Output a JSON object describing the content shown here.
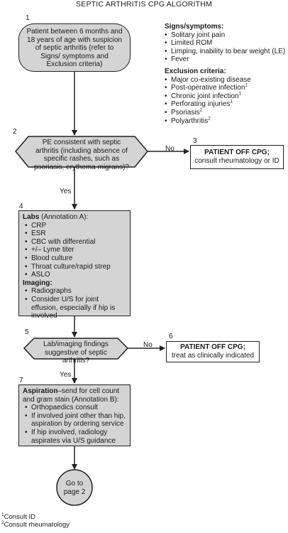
{
  "title": "SEPTIC ARTHRITIS CPG ALGORITHM",
  "step1": {
    "number": "1",
    "text": "Patient between 6 months and 18 years of age with suspicion of septic arthritis (refer to Signs/ symptoms and Exclusion criteria)"
  },
  "signs": {
    "heading": "Signs/symptoms:",
    "items": [
      "Solitary joint pain",
      "Limited ROM",
      "Limping, inability to bear weight (LE)",
      "Fever"
    ]
  },
  "exclusion": {
    "heading": "Exclusion criteria:",
    "items": [
      {
        "text": "Major co-existing disease",
        "sup": ""
      },
      {
        "text": "Post-operative infection",
        "sup": "1"
      },
      {
        "text": "Chronic joint infection",
        "sup": "1"
      },
      {
        "text": "Perforating injuries",
        "sup": "1"
      },
      {
        "text": "Psoriasis",
        "sup": "2"
      },
      {
        "text": "Polyarthritis",
        "sup": "2"
      }
    ]
  },
  "step2": {
    "number": "2",
    "text": "PE consistent with septic arthritis (including absence of specific rashes, such as psoriasis, erythema migrans)?",
    "no_label": "No",
    "yes_label": "Yes"
  },
  "step3": {
    "number": "3",
    "heading": "PATIENT OFF CPG;",
    "text": "consult rheumatology or ID"
  },
  "step4": {
    "number": "4",
    "labs_heading": "Labs",
    "labs_suffix": " (Annotation A):",
    "labs": [
      "CRP",
      "ESR",
      "CBC with differential",
      "+/– Lyme titer",
      "Blood culture",
      "Throat culture/rapid strep",
      "ASLO"
    ],
    "imaging_heading": "Imaging:",
    "imaging": [
      "Radiographs",
      "Consider U/S for joint effusion, especially if hip is involved"
    ]
  },
  "step5": {
    "number": "5",
    "text": "Lab/imaging findings suggestive of septic arthritis?",
    "no_label": "No",
    "yes_label": "Yes"
  },
  "step6": {
    "number": "6",
    "heading": "PATIENT OFF CPG;",
    "text": "treat as clinically indicated"
  },
  "step7": {
    "number": "7",
    "heading": "Aspiration",
    "heading_suffix": "–send for cell count and gram stain (Annotation B):",
    "items": [
      "Orthopaedics consult",
      "If involved joint other than hip, aspiration by ordering service",
      "If hip involved, radiology aspirates via U/S guidance"
    ]
  },
  "goto": {
    "text": "Go to page 2"
  },
  "footnotes": [
    {
      "mark": "1",
      "text": "Consult ID"
    },
    {
      "mark": "2",
      "text": "Consult rheumatology"
    }
  ]
}
